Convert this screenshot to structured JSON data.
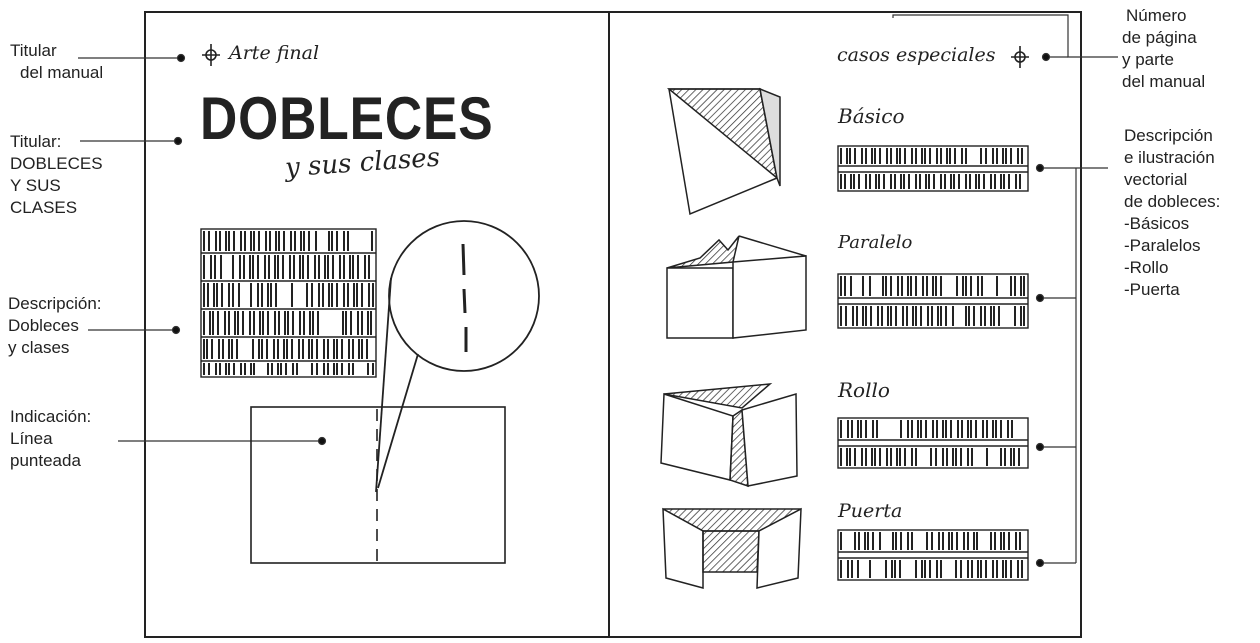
{
  "left_annotations": [
    {
      "id": "titular-manual",
      "lines": [
        "Titular",
        "del manual"
      ]
    },
    {
      "id": "titular-dobleces",
      "lines": [
        "Titular:",
        "DOBLECES",
        "Y SUS",
        "CLASES"
      ]
    },
    {
      "id": "descripcion",
      "lines": [
        "Descripción:",
        "Dobleces",
        "y clases"
      ]
    },
    {
      "id": "indicacion",
      "lines": [
        "Indicación:",
        "Línea",
        "punteada"
      ]
    }
  ],
  "right_annotations": [
    {
      "id": "numero-pagina",
      "lines": [
        "Número",
        "de página",
        "y parte",
        "del manual"
      ]
    },
    {
      "id": "descripcion-ilustracion",
      "lines": [
        "Descripción",
        "e ilustración",
        "vectorial",
        "de dobleces:",
        "-Básicos",
        "-Paralelos",
        "-Rollo",
        "-Puerta"
      ]
    }
  ],
  "left_page": {
    "header": "Arte final",
    "title_main": "DOBLECES",
    "title_sub": "y sus clases"
  },
  "right_page": {
    "header": "casos especiales",
    "sections": [
      "Básico",
      "Paralelo",
      "Rollo",
      "Puerta"
    ]
  }
}
